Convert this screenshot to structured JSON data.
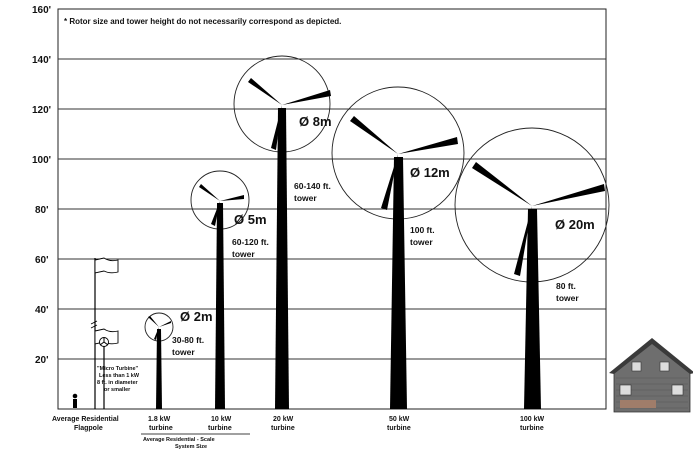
{
  "note": "* Rotor size and tower height do not necessarily correspond as depicted.",
  "y_ticks": [
    "160'",
    "140'",
    "120'",
    "100'",
    "80'",
    "60'",
    "40'",
    "20'"
  ],
  "turbines": [
    {
      "diameter": "Ø 2m",
      "tower": [
        "30-80 ft.",
        "tower"
      ],
      "label": [
        "1.8 kW",
        "turbine"
      ]
    },
    {
      "diameter": "Ø 5m",
      "tower": [
        "60-120 ft.",
        "tower"
      ],
      "label": [
        "10 kW",
        "turbine"
      ]
    },
    {
      "diameter": "Ø 8m",
      "tower": [
        "60-140 ft.",
        "tower"
      ],
      "label": [
        "20 kW",
        "turbine"
      ]
    },
    {
      "diameter": "Ø 12m",
      "tower": [
        "100 ft.",
        "tower"
      ],
      "label": [
        "50 kW",
        "turbine"
      ]
    },
    {
      "diameter": "Ø 20m",
      "tower": [
        "80 ft.",
        "tower"
      ],
      "label": [
        "100 kW",
        "turbine"
      ]
    }
  ],
  "flagpole_label": [
    "Average Residential",
    "Flagpole"
  ],
  "micro_note": [
    "\"Micro Turbine\"",
    "Less than 1 kW",
    "8 ft. in diameter",
    "or smaller"
  ],
  "system_size_label": [
    "Average Residential - Scale",
    "System Size"
  ],
  "icons": [
    "person-icon",
    "house-icon",
    "flag-icon",
    "wind-turbine-icon"
  ]
}
